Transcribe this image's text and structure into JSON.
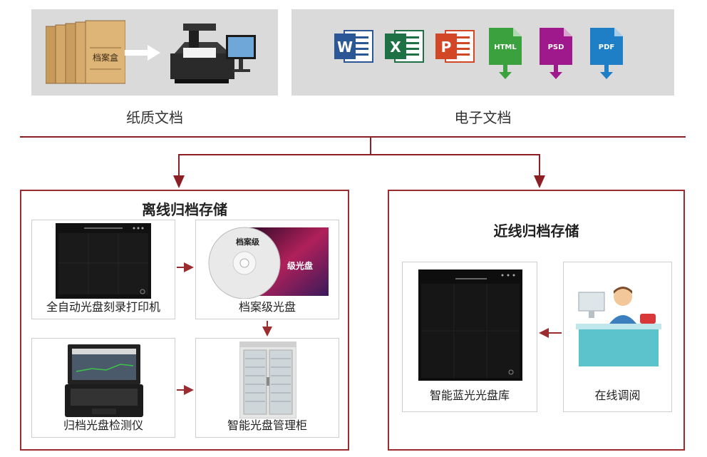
{
  "top": {
    "paper_caption": "纸质文档",
    "electronic_caption": "电子文档",
    "folder_label": "档案盒",
    "file_icons": [
      {
        "name": "word-icon",
        "glyph": "W",
        "color": "#2b5797"
      },
      {
        "name": "excel-icon",
        "glyph": "X",
        "color": "#1e7145"
      },
      {
        "name": "powerpoint-icon",
        "glyph": "P",
        "color": "#d24726"
      },
      {
        "name": "html-icon",
        "glyph": "HTML",
        "color": "#3aa13e"
      },
      {
        "name": "psd-icon",
        "glyph": "PSD",
        "color": "#a0198c"
      },
      {
        "name": "pdf-icon",
        "glyph": "PDF",
        "color": "#1e7fc7"
      }
    ]
  },
  "offline": {
    "title": "离线归档存储",
    "items": {
      "printer": "全自动光盘刻录打印机",
      "disc": "档案级光盘",
      "detector": "归档光盘检测仪",
      "cabinet": "智能光盘管理柜"
    },
    "disc_label": "档案级",
    "disc_case_text": "级光盘"
  },
  "nearline": {
    "title": "近线归档存储",
    "items": {
      "library": "智能蓝光光盘库",
      "access": "在线调阅"
    }
  },
  "colors": {
    "accent": "#9b2c30",
    "panel": "#dadada"
  }
}
